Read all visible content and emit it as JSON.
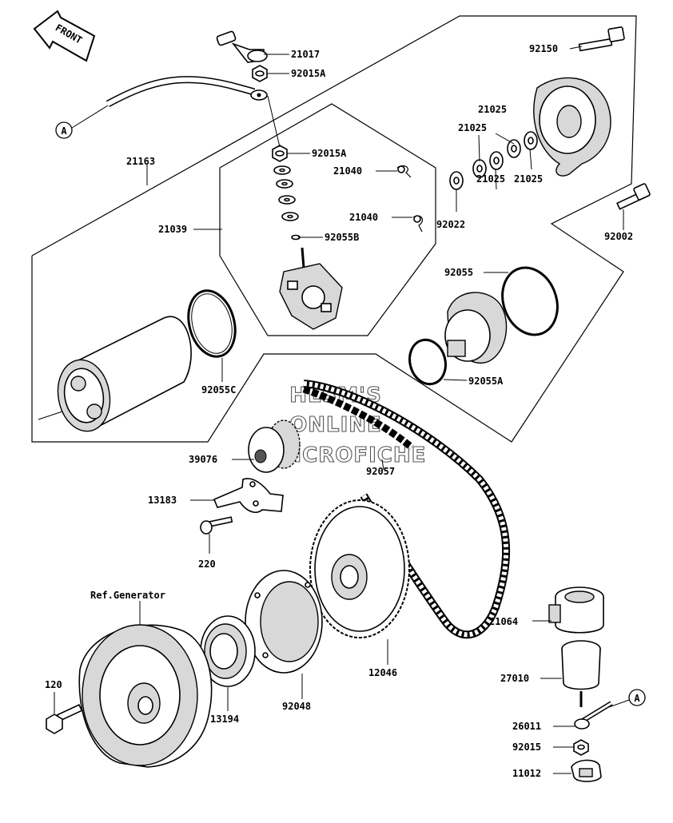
{
  "front_label": "FRONT",
  "ref_marker": "A",
  "ref_generator": "Ref.Generator",
  "watermark": [
    "HLSM'S",
    "ONLINE",
    "MICROFICHE"
  ],
  "parts": {
    "p21017": "21017",
    "p92015A_top": "92015A",
    "p92015A_mid": "92015A",
    "p21163": "21163",
    "p21039": "21039",
    "p21040_a": "21040",
    "p21040_b": "21040",
    "p92055B": "92055B",
    "p92055C": "92055C",
    "p92150": "92150",
    "p21025_a": "21025",
    "p21025_b": "21025",
    "p21025_c": "21025",
    "p21025_d": "21025",
    "p92022": "92022",
    "p92002": "92002",
    "p92055": "92055",
    "p92055A": "92055A",
    "p39076": "39076",
    "p92057": "92057",
    "p13183": "13183",
    "p220": "220",
    "p12046": "12046",
    "p21064": "21064",
    "p27010": "27010",
    "p26011": "26011",
    "p92015": "92015",
    "p11012": "11012",
    "p120": "120",
    "p13194": "13194",
    "p92048": "92048"
  }
}
